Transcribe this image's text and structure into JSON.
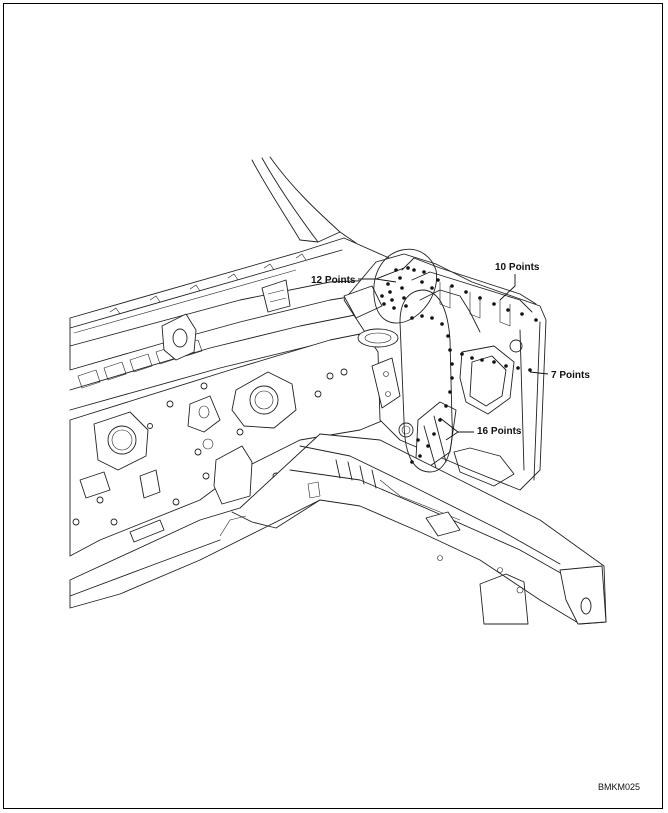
{
  "callouts": {
    "weld_top_left": "12 Points",
    "weld_top_right": "10 Points",
    "weld_right": "7 Points",
    "weld_lower": "16 Points"
  },
  "figure_code": "BMKM025",
  "colors": {
    "line": "#222222",
    "weld_dot": "#111111",
    "background": "#ffffff"
  }
}
